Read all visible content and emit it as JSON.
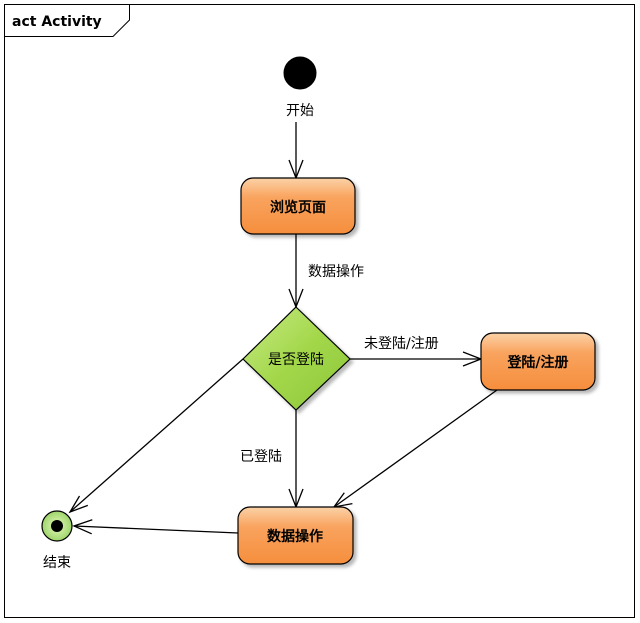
{
  "frame": {
    "title": "act Activity"
  },
  "nodes": {
    "start": {
      "label": "开始"
    },
    "browse": {
      "label": "浏览页面"
    },
    "decision": {
      "label": "是否登陆"
    },
    "login": {
      "label": "登陆/注册"
    },
    "data_op": {
      "label": "数据操作"
    },
    "end": {
      "label": "结束"
    }
  },
  "edges": {
    "browse_to_decision": {
      "label": "数据操作"
    },
    "decision_to_login": {
      "label": "未登陆/注册"
    },
    "decision_to_data_op": {
      "label": "已登陆"
    }
  },
  "colors": {
    "action_fill": "#f9a35e",
    "action_stroke": "#000000",
    "decision_fill": "#a3d74a",
    "end_fill": "#9ed56a",
    "start_fill": "#000000",
    "frame_stroke": "#000000"
  }
}
